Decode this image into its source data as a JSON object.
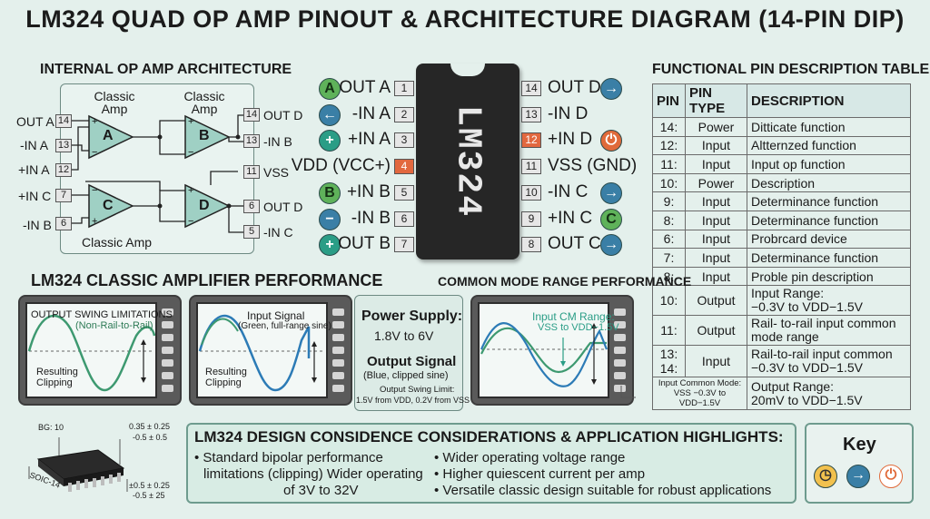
{
  "title": "LM324 QUAD OP AMP PINOUT & ARCHITECTURE DIAGRAM (14-PIN DIP)",
  "arch": {
    "title": "INTERNAL OP AMP ARCHITECTURE",
    "amp_a_label": "Classic Amp",
    "amp_b_label": "Classic Amp",
    "amp_c_label": "Classic Amp",
    "amps": [
      "A",
      "B",
      "C",
      "D"
    ],
    "left_pins": [
      {
        "label": "OUT A",
        "num": "14"
      },
      {
        "label": "-IN A",
        "num": "13"
      },
      {
        "label": "+IN A",
        "num": "12"
      },
      {
        "label": "+IN C",
        "num": "7"
      },
      {
        "label": "-IN B",
        "num": "6"
      }
    ],
    "right_pins": [
      {
        "num": "14",
        "label": "OUT D"
      },
      {
        "num": "13",
        "label": "-IN B"
      },
      {
        "num": "11",
        "label": "VSS"
      },
      {
        "num": "6",
        "label": "OUT D"
      },
      {
        "num": "5",
        "label": "-IN C"
      }
    ]
  },
  "pinout": {
    "chip_label": "LM324",
    "left": [
      {
        "icon": "A",
        "label": "OUT A",
        "num": "1"
      },
      {
        "icon": "←",
        "label": "-IN A",
        "num": "2"
      },
      {
        "icon": "+",
        "label": "+IN A",
        "num": "3"
      },
      {
        "icon": "",
        "label": "VDD (VCC+)",
        "num": "4"
      },
      {
        "icon": "B",
        "label": "+IN B",
        "num": "5"
      },
      {
        "icon": "−",
        "label": "-IN B",
        "num": "6"
      },
      {
        "icon": "+",
        "label": "OUT B",
        "num": "7"
      }
    ],
    "right": [
      {
        "num": "14",
        "label": "OUT D",
        "icon": "→"
      },
      {
        "num": "13",
        "label": "-IN D",
        "icon": ""
      },
      {
        "num": "12",
        "label": "+IN D",
        "icon": "⏻"
      },
      {
        "num": "11",
        "label": "VSS (GND)",
        "icon": ""
      },
      {
        "num": "10",
        "label": "-IN C",
        "icon": "→"
      },
      {
        "num": "9",
        "label": "+IN C",
        "icon": "C"
      },
      {
        "num": "8",
        "label": "OUT C",
        "icon": "→"
      }
    ]
  },
  "table": {
    "title": "FUNCTIONAL PIN DESCRIPTION TABLE",
    "headers": [
      "PIN",
      "PIN TYPE",
      "DESCRIPTION"
    ],
    "rows": [
      {
        "pin": "14:",
        "type": "Power",
        "desc": "Ditticate function"
      },
      {
        "pin": "12:",
        "type": "Input",
        "desc": "Altternzed function"
      },
      {
        "pin": "11:",
        "type": "Input",
        "desc": "Input op function"
      },
      {
        "pin": "10:",
        "type": "Power",
        "desc": "Description"
      },
      {
        "pin": "9:",
        "type": "Input",
        "desc": "Determinance function"
      },
      {
        "pin": "8:",
        "type": "Input",
        "desc": "Determinance function"
      },
      {
        "pin": "6:",
        "type": "Input",
        "desc": "Probrcard device"
      },
      {
        "pin": "7:",
        "type": "Input",
        "desc": "Determinance function"
      },
      {
        "pin": "8:",
        "type": "Input",
        "desc": "Proble pin description"
      },
      {
        "pin": "10:",
        "type": "Output",
        "desc": "Input Range:",
        "desc2": "−0.3V to VDD−1.5V"
      },
      {
        "pin": "11:",
        "type": "Output",
        "desc": "Rail- to-rail input common",
        "desc2": "mode range"
      },
      {
        "pin": "13: 14:",
        "type": "Input",
        "desc": "Rail-to-rail input common",
        "desc2": "−0.3V to VDD−1.5V"
      },
      {
        "pin": "Input Common Mode: VSS −0.3V to VDD−1.5V",
        "type": "",
        "desc": "Output Range:",
        "desc2": "20mV to VDD−1.5V"
      }
    ]
  },
  "perf": {
    "title": "LM324 CLASSIC AMPLIFIER PERFORMANCE",
    "cm_title": "COMMON MODE RANGE PERFORMANCE",
    "mon1_title": "OUTPUT SWING LIMITATIONS",
    "mon1_sub": "(Non-Rail-to-Rail)",
    "mon1_result": "Resulting Clipping",
    "mon2_title": "Input Signal",
    "mon2_sub": "(Green, full-range sine)",
    "mon2_result": "Resulting Clipping",
    "power_title": "Power Supply:",
    "power_value": "1.8V to 6V",
    "output_title": "Output Signal",
    "output_sub": "(Blue, clipped sine)",
    "swing_limit": "Output Swing Limit:",
    "swing_value": "1.5V from VDD, 0.2V from VSS",
    "cm_label": "Input CM Range:",
    "cm_value": "VSS to VDD−1.5V"
  },
  "package": {
    "bg": "BG: 10",
    "dim1": "0.35 ± 0.25",
    "dim1b": "-0.5 ± 0.5",
    "dim2": "±0.5 ± 0.25",
    "dim2b": "-0.5 ± 25",
    "name": "SOIC-14"
  },
  "highlights": {
    "title": "LM324 DESIGN CONSIDENCE CONSIDERATIONS & APPLICATION HIGHLIGHTS:",
    "left": [
      "Standard bipolar performance",
      "limitations (clipping) Wider operating",
      "of 3V to 32V"
    ],
    "right": [
      "Wider operating voltage range",
      "Higher quiescent current per amp",
      "Versatile classic design suitable for robust applications"
    ]
  },
  "key": {
    "title": "Key"
  },
  "colors": {
    "accent_red": "#e2683f",
    "green": "#5fb25a",
    "blue": "#3a7fa6",
    "teal": "#2a9d86",
    "signal_blue": "#2c7bb6",
    "signal_green": "#3d9970"
  }
}
